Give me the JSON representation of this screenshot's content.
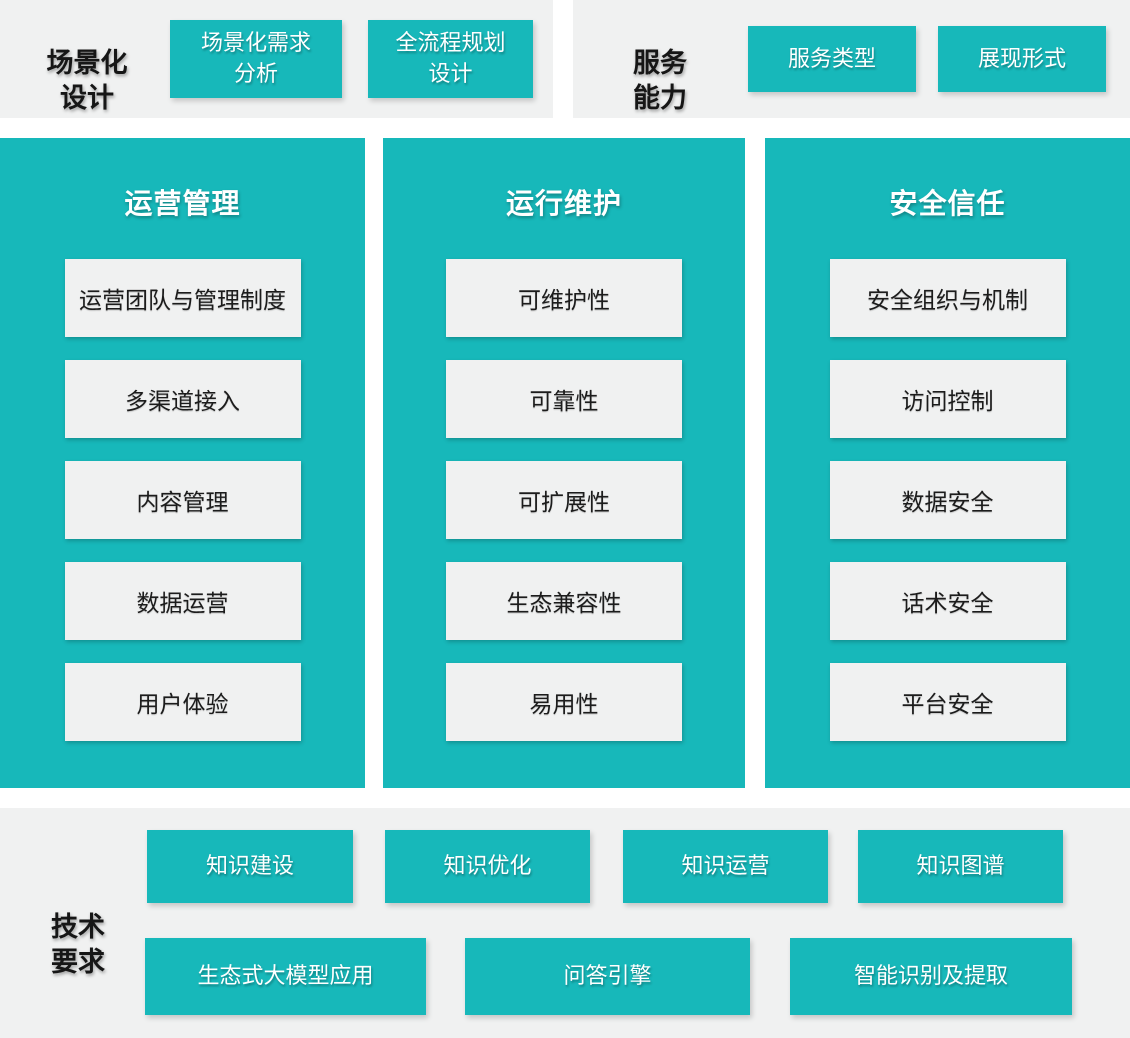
{
  "colors": {
    "teal": "#17b8ba",
    "panel_gray": "#f0f1f1",
    "box_gray": "#f0f1f1",
    "dark_text": "#161616",
    "white_text": "#ffffff"
  },
  "top_sections": [
    {
      "title_lines": [
        "场景化",
        "设计"
      ],
      "buttons": [
        {
          "lines": [
            "场景化需求",
            "分析"
          ]
        },
        {
          "lines": [
            "全流程规划",
            "设计"
          ]
        }
      ]
    },
    {
      "title_lines": [
        "服务",
        "能力"
      ],
      "buttons": [
        {
          "lines": [
            "服务类型"
          ]
        },
        {
          "lines": [
            "展现形式"
          ]
        }
      ]
    }
  ],
  "columns": [
    {
      "title": "运营管理",
      "items": [
        "运营团队与管理制度",
        "多渠道接入",
        "内容管理",
        "数据运营",
        "用户体验"
      ]
    },
    {
      "title": "运行维护",
      "items": [
        "可维护性",
        "可靠性",
        "可扩展性",
        "生态兼容性",
        "易用性"
      ]
    },
    {
      "title": "安全信任",
      "items": [
        "安全组织与机制",
        "访问控制",
        "数据安全",
        "话术安全",
        "平台安全"
      ]
    }
  ],
  "bottom_section": {
    "title_lines": [
      "技术",
      "要求"
    ],
    "row1": [
      "知识建设",
      "知识优化",
      "知识运营",
      "知识图谱"
    ],
    "row2": [
      "生态式大模型应用",
      "问答引擎",
      "智能识别及提取"
    ]
  }
}
